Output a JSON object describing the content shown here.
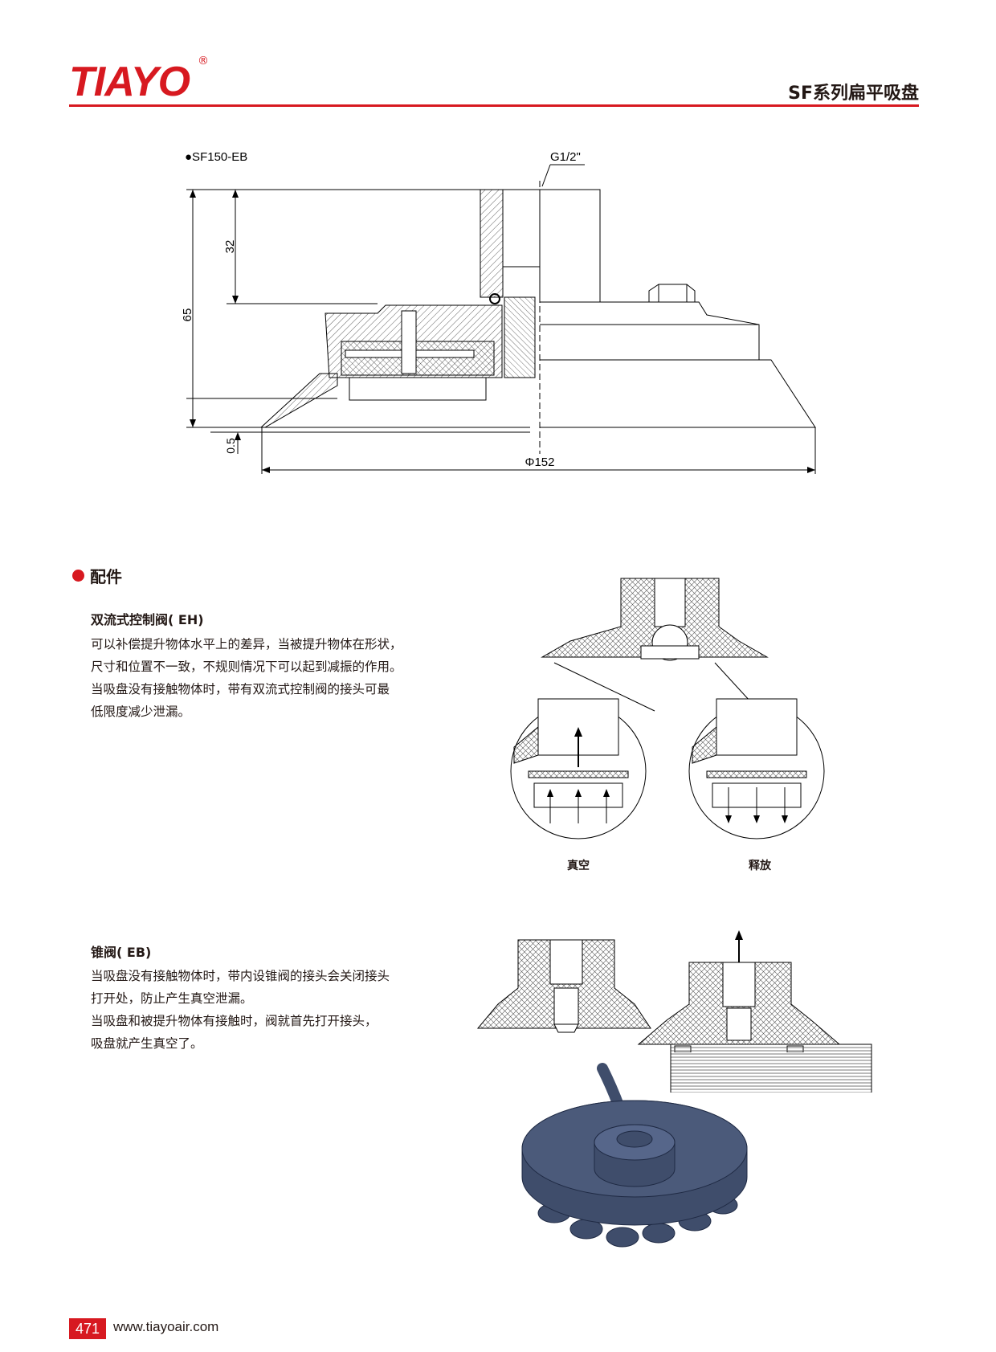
{
  "header": {
    "brand": "TIAYO",
    "registered_mark": "®",
    "title": "SF系列扁平吸盘",
    "accent_color": "#d71920"
  },
  "drawing": {
    "model": "●SF150-EB",
    "thread": "G1/2\"",
    "dim_height": "65",
    "dim_upper": "32",
    "dim_lip": "0.5",
    "dim_diameter": "Φ152"
  },
  "accessories": {
    "section_title": "配件",
    "eh": {
      "title": "双流式控制阀( EH)",
      "lines": [
        "可以补偿提升物体水平上的差异，当被提升物体在形状，",
        "尺寸和位置不一致，不规则情况下可以起到减振的作用。",
        "当吸盘没有接触物体时，带有双流式控制阀的接头可最",
        "低限度减少泄漏。"
      ],
      "caption_vacuum": "真空",
      "caption_release": "释放"
    },
    "eb": {
      "title": "锥阀( EB)",
      "lines": [
        "当吸盘没有接触物体时，带内设锥阀的接头会关闭接头",
        "打开处，防止产生真空泄漏。",
        "当吸盘和被提升物体有接触时，阀就首先打开接头，",
        "吸盘就产生真空了。"
      ]
    }
  },
  "footer": {
    "page_number": "471",
    "url": "www.tiayoair.com"
  }
}
